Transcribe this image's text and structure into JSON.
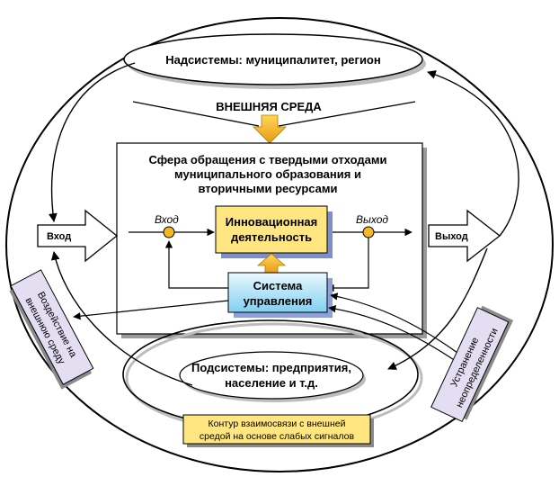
{
  "supersystems_label": "Надсистемы: муниципалитет, регион",
  "external_environment_label": "ВНЕШНЯЯ СРЕДА",
  "sphere_title_lines": [
    "Сфера обращения с твердыми отходами",
    "муниципального образования и",
    "вторичными ресурсами"
  ],
  "input_label": "Вход",
  "output_label": "Выход",
  "inner_input_label": "Вход",
  "inner_output_label": "Выход",
  "innovation_lines": [
    "Инновационная",
    "деятельность"
  ],
  "control_lines": [
    "Система",
    "управления"
  ],
  "subsystems_lines": [
    "Подсистемы: предприятия,",
    "население и т.д."
  ],
  "left_note_lines": [
    "Воздействие на",
    "внешнюю среду"
  ],
  "right_note_lines": [
    "Устранение",
    "неопределенности"
  ],
  "contour_lines": [
    "Контур взаимосвязи с внешней",
    "средой на основе слабых сигналов"
  ],
  "colors": {
    "accent_yellow": "#ffe680",
    "orange_arrow": "#f5b81e",
    "node_orange": "#f5b81e",
    "control_gradient_start": "#eaf8ff",
    "control_gradient_end": "#7fd0f0",
    "note_fill": "#e3def2"
  }
}
